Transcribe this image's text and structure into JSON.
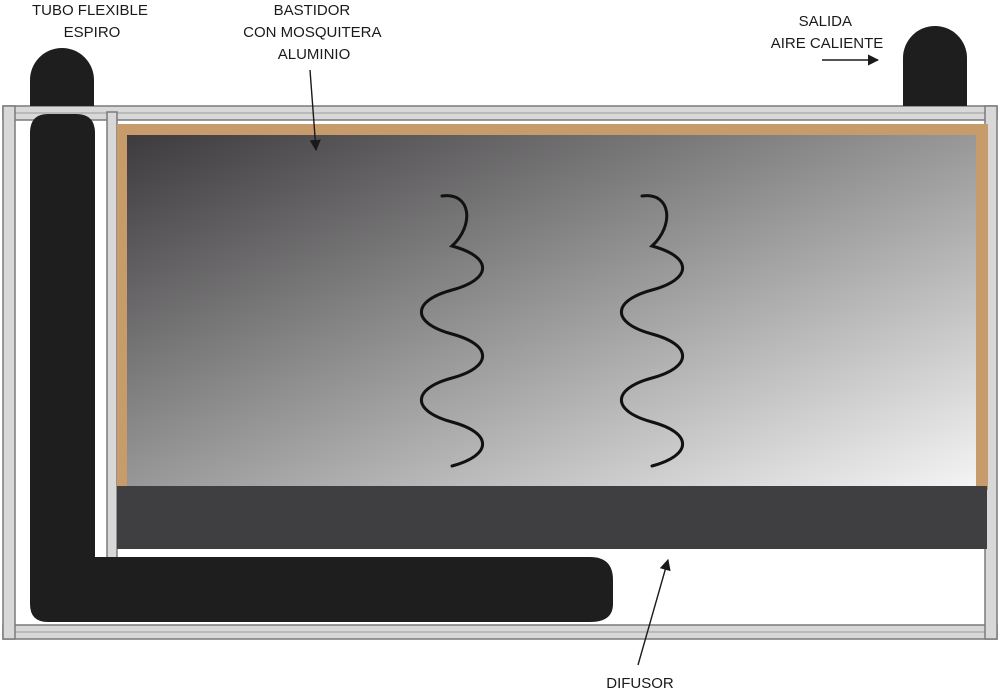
{
  "labels": {
    "tubo": [
      "TUBO FLEXIBLE",
      "ESPIRO"
    ],
    "bastidor": [
      "BASTIDOR",
      "CON MOSQUITERA",
      "ALUMINIO"
    ],
    "salida": [
      "SALIDA",
      "AIRE CALIENTE"
    ],
    "difusor": "DIFUSOR"
  },
  "colors": {
    "frame_fill": "#d8d8d8",
    "frame_stroke": "#7a7a7a",
    "wood": "#c89b6a",
    "tube": "#1e1e1e",
    "diffuser": "#3f3f41",
    "mesh_dark": "#3d3b3d",
    "mesh_light": "#f4f4f4",
    "coil": "#111111"
  }
}
